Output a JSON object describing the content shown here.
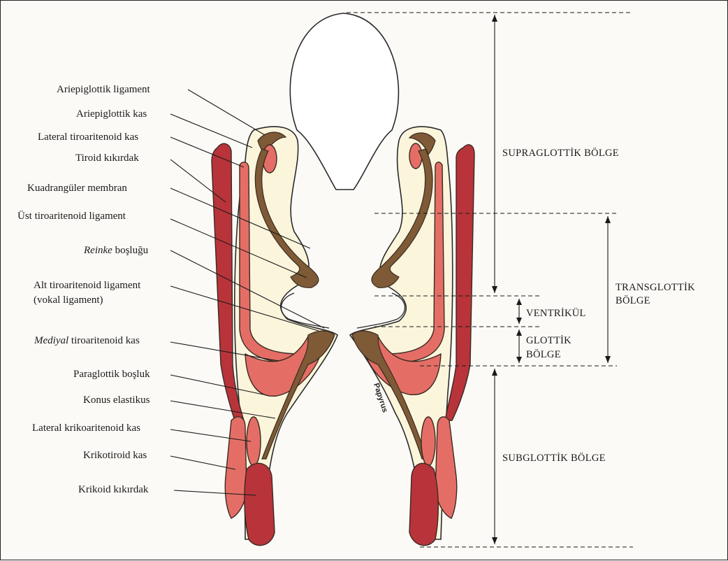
{
  "labels": {
    "ariepiglottik_ligament": "Ariepiglottik ligament",
    "ariepiglottik_kas": "Ariepiglottik kas",
    "lateral_tiroaritenoid_kas": "Lateral tiroaritenoid kas",
    "tiroid_kikirdak": "Tiroid kıkırdak",
    "kuadranguler_membran": "Kuadrangüler membran",
    "ust_tiroaritenoid_ligament": "Üst tiroaritenoid ligament",
    "reinke_italic": "Reinke",
    "reinke_rest": " boşluğu",
    "alt_tiroaritenoid_line1": "Alt tiroaritenoid ligament",
    "alt_tiroaritenoid_line2": "(vokal ligament)",
    "mediyal_italic": "Mediyal",
    "mediyal_rest": " tiroaritenoid kas",
    "paraglottik_bosluk": "Paraglottik boşluk",
    "konus_elastikus": "Konus elastikus",
    "lateral_krikoaritenoid_kas": "Lateral krikoaritenoid kas",
    "krikotiroid_kas": "Krikotiroid kas",
    "krikoid_kikirdak": "Krikoid kıkırdak"
  },
  "zones": {
    "supraglottik": "SUPRAGLOTTİK BÖLGE",
    "transglottik_line1": "TRANSGLOTTİK",
    "transglottik_line2": "BÖLGE",
    "ventrikul": "VENTRİKÜL",
    "glottik_line1": "GLOTTİK",
    "glottik_line2": "BÖLGE",
    "subglottik": "SUBGLOTTİK BÖLGE"
  },
  "watermark": "Papyrus",
  "colors": {
    "muscle": "#e46e66",
    "cartilage": "#b8343a",
    "ligament": "#7e5a36",
    "mucosa": "#fbf5dc"
  }
}
